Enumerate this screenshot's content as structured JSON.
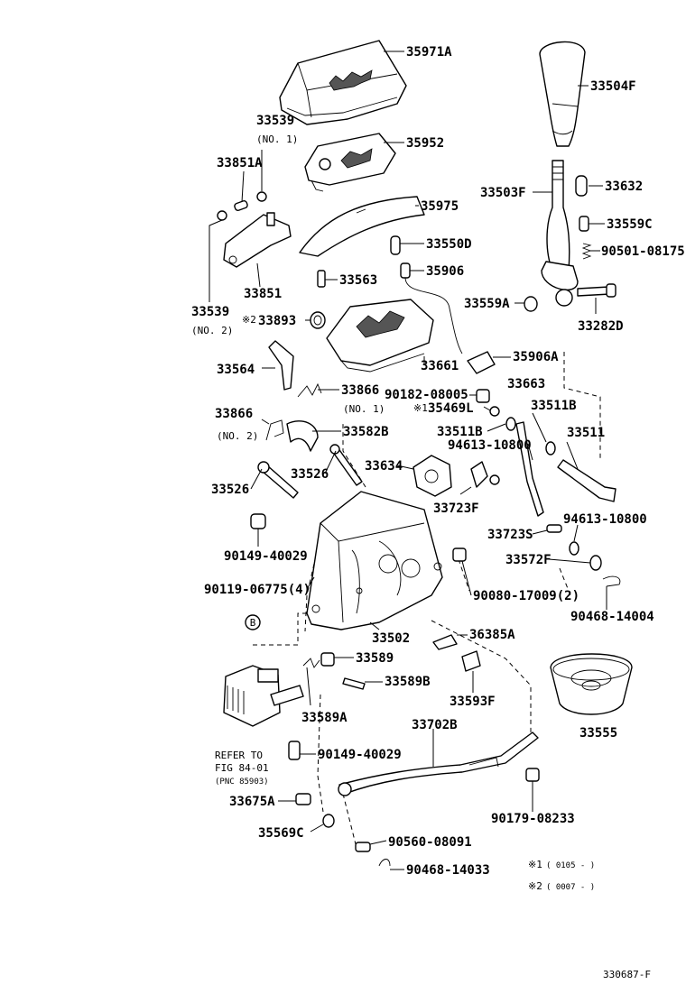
{
  "labels": {
    "p35971A": "35971A",
    "p33504F": "33504F",
    "p33539a": "33539",
    "p33539a_sub": "(NO. 1)",
    "p35952": "35952",
    "p33851A": "33851A",
    "p33503F": "33503F",
    "p33632": "33632",
    "p35975": "35975",
    "p33559C": "33559C",
    "p33550D": "33550D",
    "p90501": "90501-08175",
    "p33563": "33563",
    "p35906": "35906",
    "p33851": "33851",
    "p33559A": "33559A",
    "p33282D": "33282D",
    "p33539b": "33539",
    "p33539b_sub": "(NO. 2)",
    "p33893_mark": "※2",
    "p33893": "33893",
    "p35906A": "35906A",
    "p33661": "33661",
    "p33564": "33564",
    "p33663": "33663",
    "p33866a": "33866",
    "p33866a_sub": "(NO. 1)",
    "p90182": "90182-08005",
    "p33511B_r": "33511B",
    "p35469L_mark": "※1",
    "p35469L": "35469L",
    "p33866b": "33866",
    "p33866b_sub": "(NO. 2)",
    "p33582B": "33582B",
    "p33511B_l": "33511B",
    "p33511": "33511",
    "p94613a": "94613-10800",
    "p33634": "33634",
    "p33526a": "33526",
    "p33526b": "33526",
    "p33723F": "33723F",
    "p33723S": "33723S",
    "p94613b": "94613-10800",
    "p90149a": "90149-40029",
    "p33572F": "33572F",
    "p90119": "90119-06775(4)",
    "p90080": "90080-17009(2)",
    "p90468a": "90468-14004",
    "p33502": "33502",
    "p36385A": "36385A",
    "p33589": "33589",
    "p33589B": "33589B",
    "p33593F": "33593F",
    "p33555": "33555",
    "p33589A": "33589A",
    "p33702B": "33702B",
    "refer1": "REFER TO",
    "refer2": "FIG 84-01",
    "refer3": "(PNC 85903)",
    "p90149b": "90149-40029",
    "p33675A": "33675A",
    "p90179": "90179-08233",
    "p35569C": "35569C",
    "p90560": "90560-08091",
    "p90468b": "90468-14033",
    "circle_b": "B"
  },
  "legend": [
    {
      "mark": "※1",
      "text": "( 0105 -        )"
    },
    {
      "mark": "※2",
      "text": "( 0007 -        )"
    }
  ],
  "figure_number": "330687-F"
}
